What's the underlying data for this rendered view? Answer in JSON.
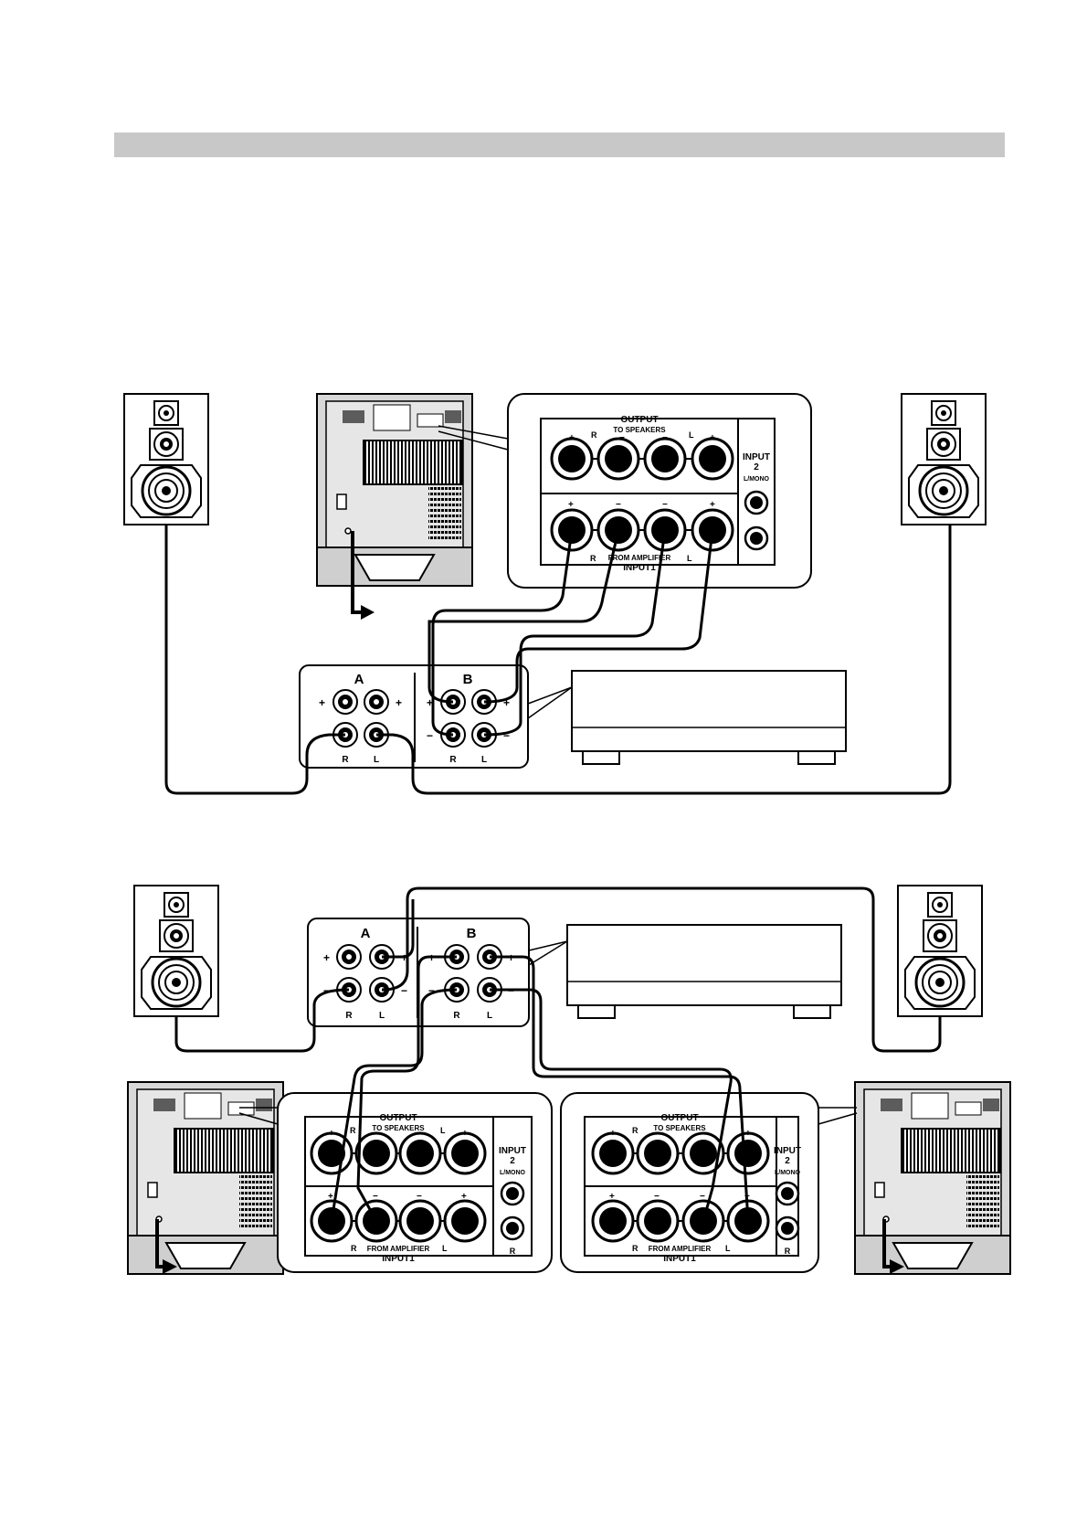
{
  "top": {
    "sub": {
      "output_title": "OUTPUT",
      "to_speakers": "TO SPEAKERS",
      "from_amplifier": "FROM AMPLIFIER",
      "input1": "INPUT1",
      "input2_line1": "INPUT",
      "input2_line2": "2",
      "mono_label": "L/MONO",
      "plus": "+",
      "minus": "−",
      "r": "R",
      "l": "L"
    },
    "amp": {
      "a": "A",
      "b": "B",
      "plus": "+",
      "minus": "−",
      "r": "R",
      "l": "L"
    }
  },
  "bottom": {
    "amp": {
      "a": "A",
      "b": "B",
      "plus": "+",
      "minus": "−",
      "r": "R",
      "l": "L"
    },
    "sub_left": {
      "output_title": "OUTPUT",
      "to_speakers": "TO SPEAKERS",
      "from_amplifier": "FROM AMPLIFIER",
      "input1": "INPUT1",
      "input2_line1": "INPUT",
      "input2_line2": "2",
      "mono_label": "L/MONO",
      "plus": "+",
      "minus": "−",
      "r": "R",
      "l": "L"
    },
    "sub_right": {
      "output_title": "OUTPUT",
      "to_speakers": "TO SPEAKERS",
      "from_amplifier": "FROM AMPLIFIER",
      "input1": "INPUT1",
      "input2_line1": "INPUT",
      "input2_line2": "2",
      "mono_label": "L/MONO",
      "plus": "+",
      "minus": "−",
      "r": "R",
      "l": "L"
    }
  }
}
